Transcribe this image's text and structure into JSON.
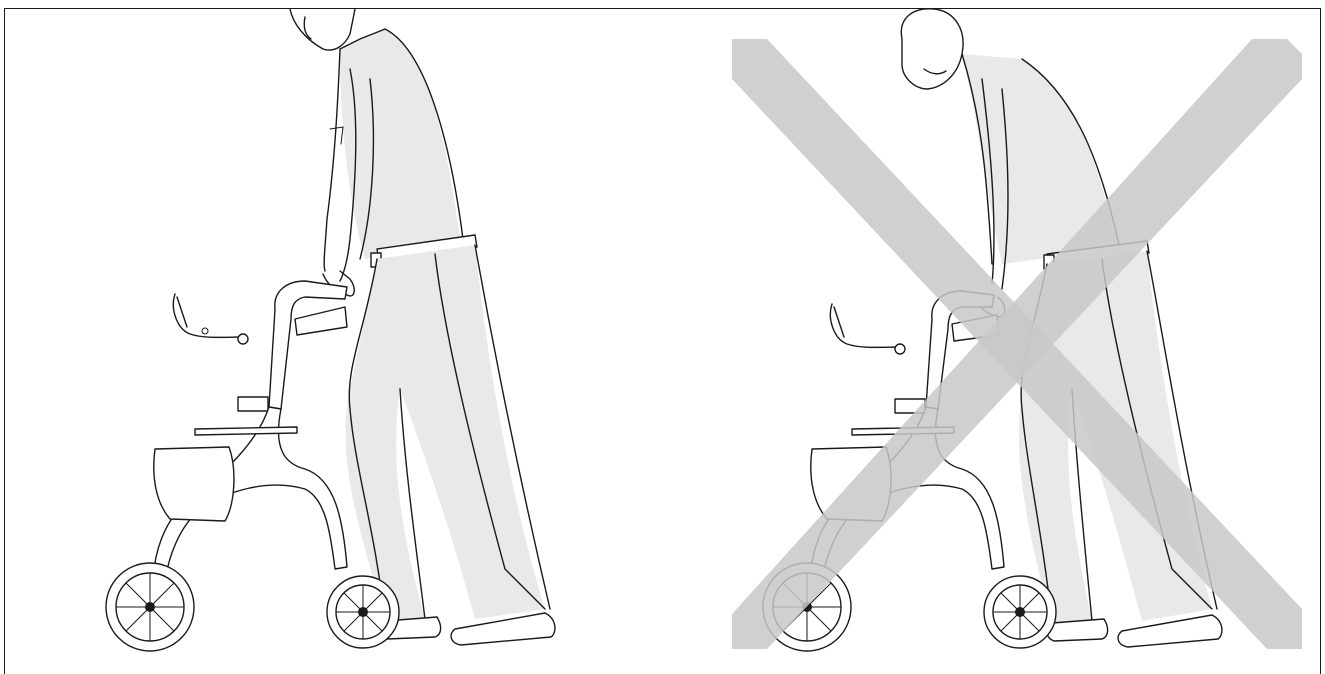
{
  "figure": {
    "panels": [
      {
        "id": "left",
        "description_label": "",
        "status": "correct"
      },
      {
        "id": "right",
        "description_label": "",
        "status": "incorrect"
      }
    ],
    "colors": {
      "ink": "#1a1a1a",
      "background": "#ffffff",
      "cross": "#c8c8c8",
      "shade": "#e9e9e9"
    },
    "icons": [
      "person-with-rollator",
      "cross-mark"
    ]
  }
}
